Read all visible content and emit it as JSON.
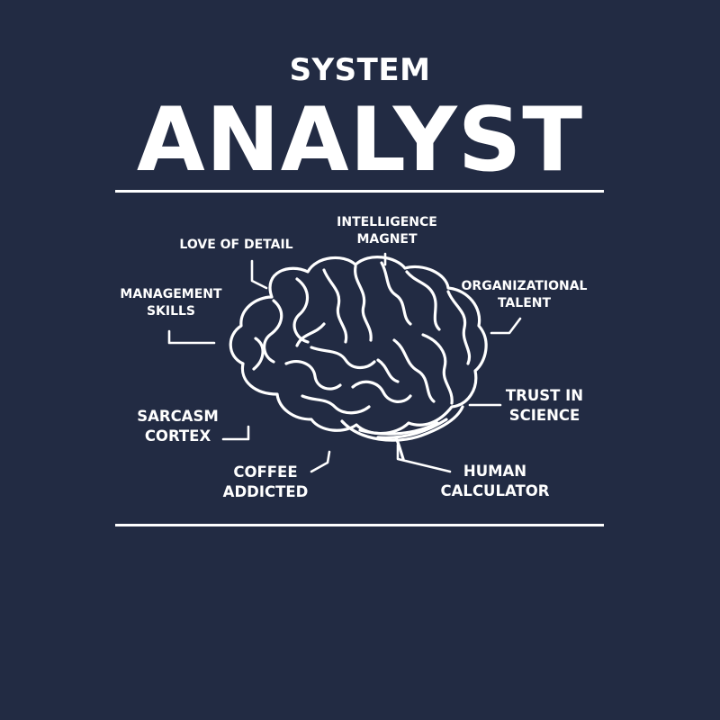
{
  "title": {
    "line1": "SYSTEM",
    "line2": "ANALYST"
  },
  "labels": {
    "intelligence": [
      "INTELLIGENCE",
      "MAGNET"
    ],
    "detail": [
      "LOVE OF DETAIL"
    ],
    "management": [
      "MANAGEMENT",
      "SKILLS"
    ],
    "organizational": [
      "ORGANIZATIONAL",
      "TALENT"
    ],
    "trust": [
      "TRUST IN",
      "SCIENCE"
    ],
    "sarcasm": [
      "SARCASM",
      "CORTEX"
    ],
    "coffee": [
      "COFFEE",
      "ADDICTED"
    ],
    "human": [
      "HUMAN",
      "CALCULATOR"
    ]
  },
  "icons": {
    "brain": "brain-icon"
  },
  "colors": {
    "background": "#222b43",
    "foreground": "#ffffff"
  }
}
